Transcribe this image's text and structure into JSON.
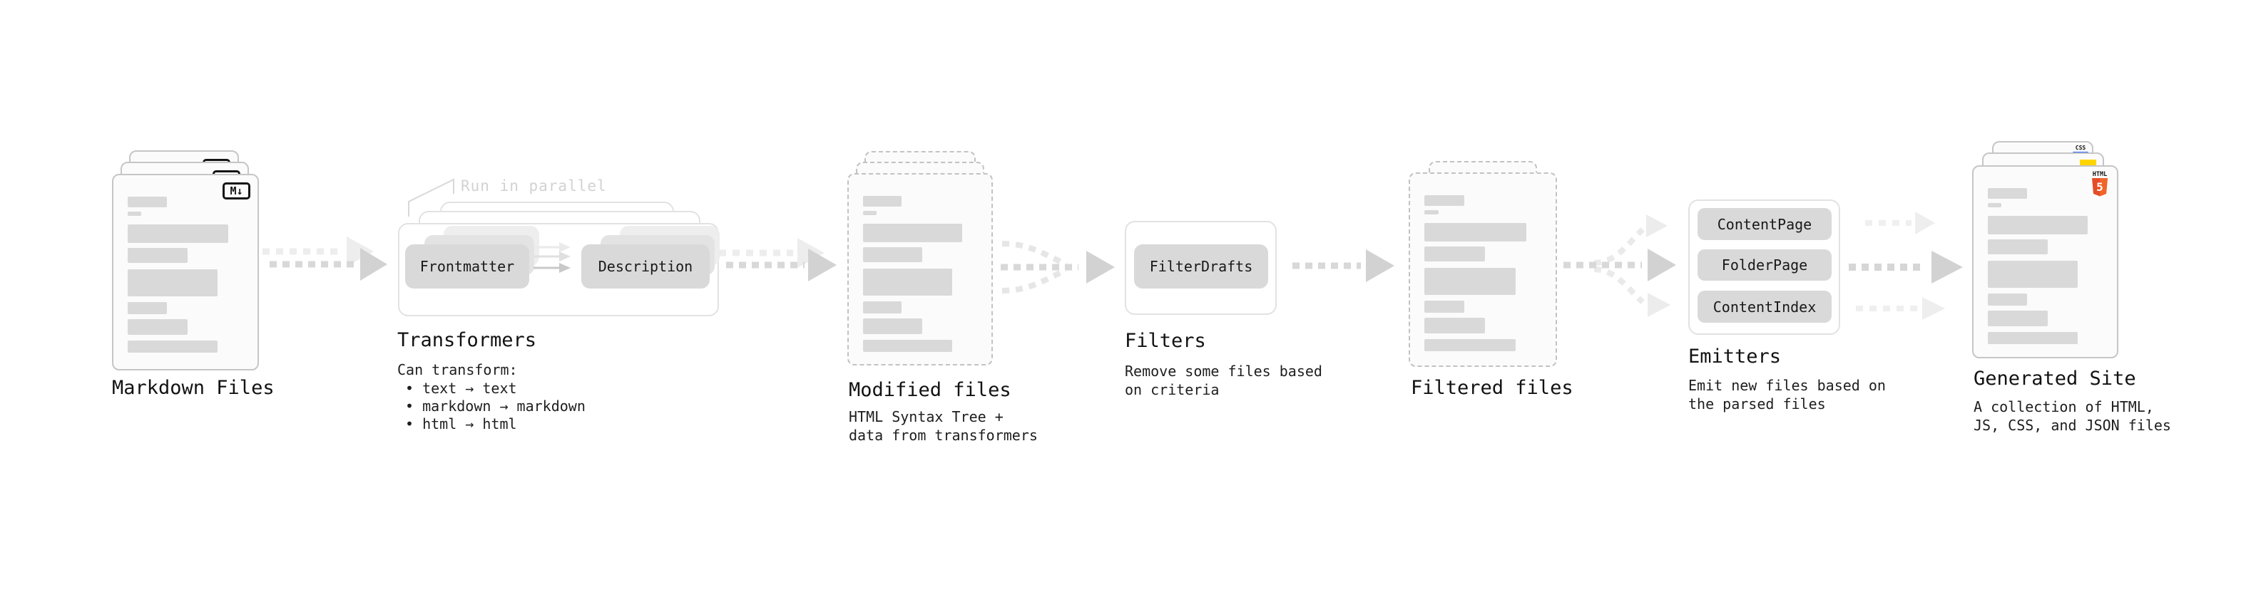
{
  "sections": {
    "markdown": {
      "label": "Markdown Files"
    },
    "transformers": {
      "label": "Transformers",
      "run_label": "Run in parallel",
      "intro": "Can transform:",
      "bullets": [
        "• text → text",
        "• markdown → markdown",
        "• html → html"
      ],
      "boxes": [
        "Frontmatter",
        "Description"
      ]
    },
    "modified": {
      "label": "Modified files",
      "description": "HTML Syntax Tree +\ndata from transformers"
    },
    "filters": {
      "label": "Filters",
      "description": "Remove some files based\non criteria",
      "boxes": [
        "FilterDrafts"
      ]
    },
    "filtered": {
      "label": "Filtered files"
    },
    "emitters": {
      "label": "Emitters",
      "description": "Emit new files based on\nthe parsed files",
      "boxes": [
        "ContentPage",
        "FolderPage",
        "ContentIndex"
      ]
    },
    "generated": {
      "label": "Generated Site",
      "description": "A collection of HTML,\nJS, CSS, and JSON files"
    }
  },
  "badges": {
    "markdown": "M↓",
    "css": "CSS",
    "html_top": "HTML",
    "html_num": "5"
  },
  "colors": {
    "bar_gray": "#d9d9d9",
    "box_gray": "#d9d9d9",
    "doc_border": "#c6c6c6",
    "dashed_border": "#c2c2c2",
    "card_border": "#e2e2e2",
    "arrow_gray": "#d2d2d2",
    "arrow_light": "#eeeeee",
    "js_yellow": "#ffd600",
    "css_blue": "#2962ff",
    "html_orange": "#e44d26",
    "html_orange_light": "#f16529"
  },
  "doc_bar_pattern": [
    {
      "w": 34,
      "h": 15,
      "mb": 6
    },
    {
      "w": 12,
      "h": 6,
      "mb": 12
    },
    {
      "w": 87,
      "h": 26,
      "mb": 7
    },
    {
      "w": 52,
      "h": 21,
      "mb": 9
    },
    {
      "w": 78,
      "h": 38,
      "mb": 8
    },
    {
      "w": 34,
      "h": 17,
      "mb": 7
    },
    {
      "w": 52,
      "h": 22,
      "mb": 8
    },
    {
      "w": 78,
      "h": 17,
      "mb": 0
    }
  ]
}
